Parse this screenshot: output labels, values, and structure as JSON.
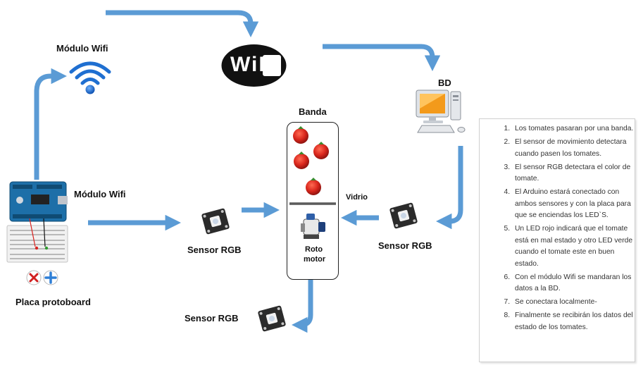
{
  "labels": {
    "modulo_wifi_top": "Módulo Wifi",
    "modulo_wifi_mid": "Módulo Wifi",
    "bd": "BD",
    "banda": "Banda",
    "vidrio": "Vidrio",
    "roto_motor_1": "Roto",
    "roto_motor_2": "motor",
    "sensor_rgb_left": "Sensor RGB",
    "sensor_rgb_right": "Sensor RGB",
    "sensor_rgb_bottom": "Sensor RGB",
    "placa_protoboard": "Placa protoboard"
  },
  "logo": {
    "text": "WiFi"
  },
  "steps": [
    "Los tomates pasaran por una banda.",
    "El sensor de movimiento detectara cuando pasen los tomates.",
    "El sensor RGB detectara el color de tomate.",
    "El Arduino estará conectado con ambos sensores y con la placa para que se enciendas los LED`S.",
    "Un LED rojo indicará que el tomate está en mal estado y otro LED verde cuando el tomate este en buen estado.",
    "Con el módulo Wifi se mandaran los datos a la BD.",
    "Se conectara localmente-",
    "Finalmente se recibirán los datos del estado de los tomates."
  ],
  "colors": {
    "arrow": "#5b9bd5",
    "wifi_blue": "#1f6fd1",
    "tomato": "#d9261c",
    "sensor_board": "#2b2b2b",
    "arduino": "#1d6fa8"
  }
}
